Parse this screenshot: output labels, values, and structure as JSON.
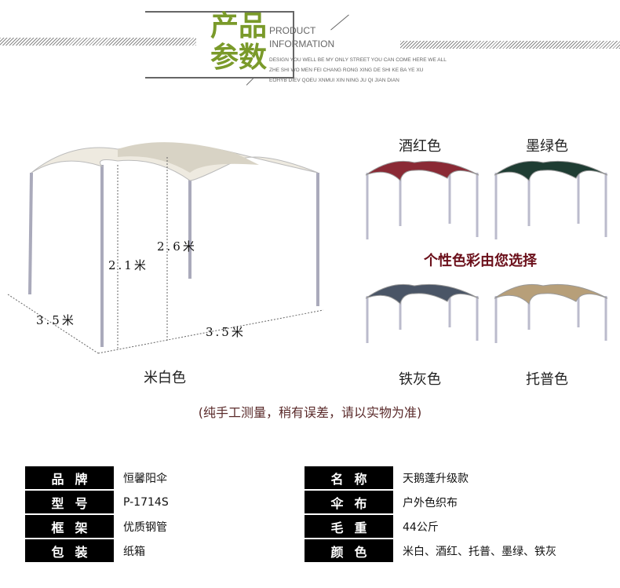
{
  "header": {
    "title_line1": "产品",
    "title_line2": "参数",
    "en_line1": "PRODUCT",
    "en_line2": "INFORMATION",
    "sub1": "DESIGN YOU WELL BE MY ONLY STREET YOU CAN COME HERE WE ALL",
    "sub2": "ZHE SHI WO MEN FEI CHANG RONG XING DE SHI KE  BA YE  XU",
    "sub3": "EOHYB DIEV QOEU XNMUI XIN NING JU QI JIAN DIAN"
  },
  "main_product": {
    "caption": "米白色",
    "dims": {
      "depth": "3.5米",
      "width": "3.5米",
      "height_low": "2.1米",
      "height_high": "2.6米"
    },
    "color": "#ece8de"
  },
  "variants": [
    {
      "caption": "酒红色",
      "color": "#8a2a35"
    },
    {
      "caption": "墨绿色",
      "color": "#1f3d33"
    },
    {
      "caption": "铁灰色",
      "color": "#4a5566"
    },
    {
      "caption": "托普色",
      "color": "#b79f79"
    }
  ],
  "choose_text": "个性色彩由您选择",
  "note": "(纯手工测量，稍有误差，请以实物为准)",
  "specs_left": [
    {
      "label": "品牌",
      "value": "恒馨阳伞"
    },
    {
      "label": "型号",
      "value": "P-1714S"
    },
    {
      "label": "框架",
      "value": "优质钢管"
    },
    {
      "label": "包装",
      "value": "纸箱"
    }
  ],
  "specs_right": [
    {
      "label": "名称",
      "value": "天鹅蓬升级款"
    },
    {
      "label": "伞布",
      "value": "户外色织布"
    },
    {
      "label": "毛重",
      "value": "44公斤"
    },
    {
      "label": "颜色",
      "value": "米白、酒红、托普、墨绿、铁灰"
    }
  ]
}
